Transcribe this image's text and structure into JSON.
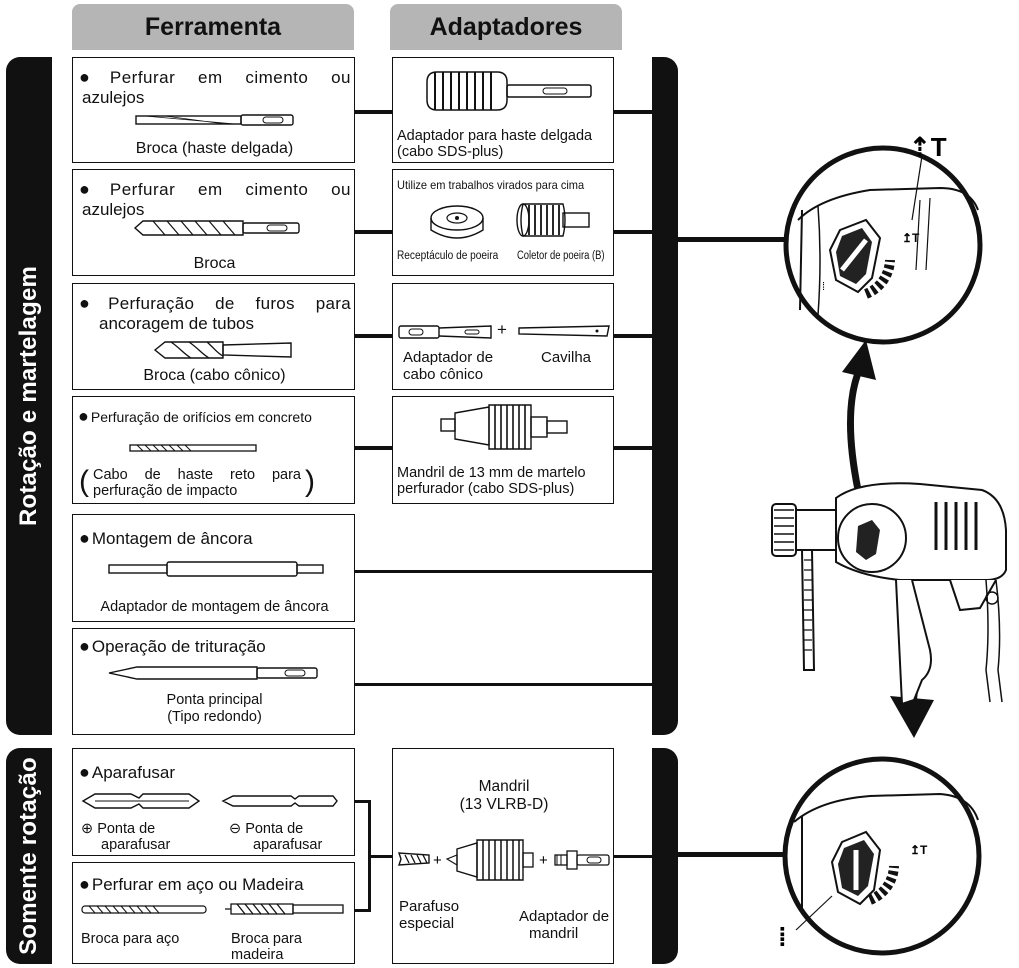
{
  "headers": {
    "tool": "Ferramenta",
    "adapters": "Adaptadores"
  },
  "side_labels": {
    "rotation_hammer": "Rotação e martelagem",
    "rotation_only": "Somente rotação"
  },
  "tools": [
    {
      "title_line1": "Perfurar em cimento ou",
      "title_line2": "azulejos",
      "caption": "Broca (haste delgada)"
    },
    {
      "title_line1": "Perfurar em cimento ou",
      "title_line2": "azulejos",
      "caption": "Broca"
    },
    {
      "title_line1": "Perfuração de furos para",
      "title_line2": "ancoragem de tubos",
      "caption": "Broca (cabo cônico)"
    },
    {
      "title_line1": "Perfuração de orifícios em concreto",
      "caption_line1": "Cabo de haste reto para",
      "caption_line2": "perfuração de impacto"
    },
    {
      "title_line1": "Montagem de âncora",
      "caption": "Adaptador de montagem de âncora"
    },
    {
      "title_line1": "Operação de trituração",
      "caption_line1": "Ponta principal",
      "caption_line2": "(Tipo redondo)"
    },
    {
      "title_line1": "Aparafusar",
      "left_label_symbol": "⊕",
      "left_label_line1": "Ponta de",
      "left_label_line2": "aparafusar",
      "right_label_symbol": "⊖",
      "right_label_line1": "Ponta de",
      "right_label_line2": "aparafusar"
    },
    {
      "title_line1": "Perfurar em aço ou Madeira",
      "left_label": "Broca para aço",
      "right_label_line1": "Broca para",
      "right_label_line2": "madeira"
    }
  ],
  "adapters": [
    {
      "caption_line1": "Adaptador para haste delgada",
      "caption_line2": "(cabo SDS-plus)"
    },
    {
      "note": "Utilize em trabalhos virados para cima",
      "left_label": "Receptáculo de poeira",
      "right_label": "Coletor de poeira (B)"
    },
    {
      "plus": "+",
      "left_label_line1": "Adaptador de",
      "left_label_line2": "cabo cônico",
      "right_label": "Cavilha"
    },
    {
      "caption_line1": "Mandril de 13 mm de martelo",
      "caption_line2": "perfurador (cabo SDS-plus)"
    },
    {
      "title_line1": "Mandril",
      "title_line2": "(13 VLRB-D)",
      "plus": "+",
      "left_label_line1": "Parafuso",
      "left_label_line2": "especial",
      "right_label_line1": "Adaptador de",
      "right_label_line2": "mandril"
    }
  ]
}
